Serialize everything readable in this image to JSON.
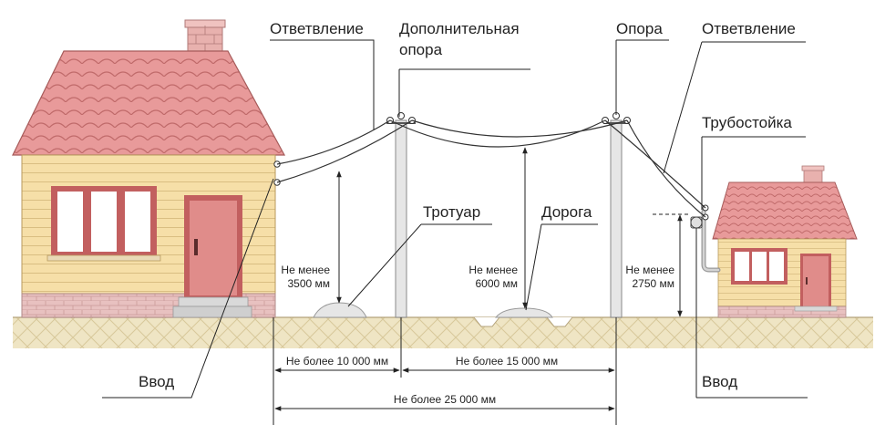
{
  "labels": {
    "branch_left": "Ответвление",
    "extra_pole_line1": "Дополнительная",
    "extra_pole_line2": "опора",
    "pole": "Опора",
    "branch_right": "Ответвление",
    "pipe_stand": "Трубостойка",
    "sidewalk": "Тротуар",
    "road": "Дорога",
    "entry_left": "Ввод",
    "entry_right": "Ввод"
  },
  "heights": {
    "left_line1": "Не менее",
    "left_line2": "3500 мм",
    "middle_line1": "Не менее",
    "middle_line2": "6000 мм",
    "right_line1": "Не менее",
    "right_line2": "2750 мм"
  },
  "spans": {
    "span_1": "Не более 10 000 мм",
    "span_2": "Не более 15 000 мм",
    "total": "Не более 25 000 мм"
  },
  "colors": {
    "roof": "#e89a9a",
    "roof_dark": "#c8706f",
    "wall": "#f6dfa8",
    "door": "#d07a78",
    "foundation": "#e3b8b8",
    "ground": "#ece1bf",
    "pole": "#e6e6e6"
  }
}
